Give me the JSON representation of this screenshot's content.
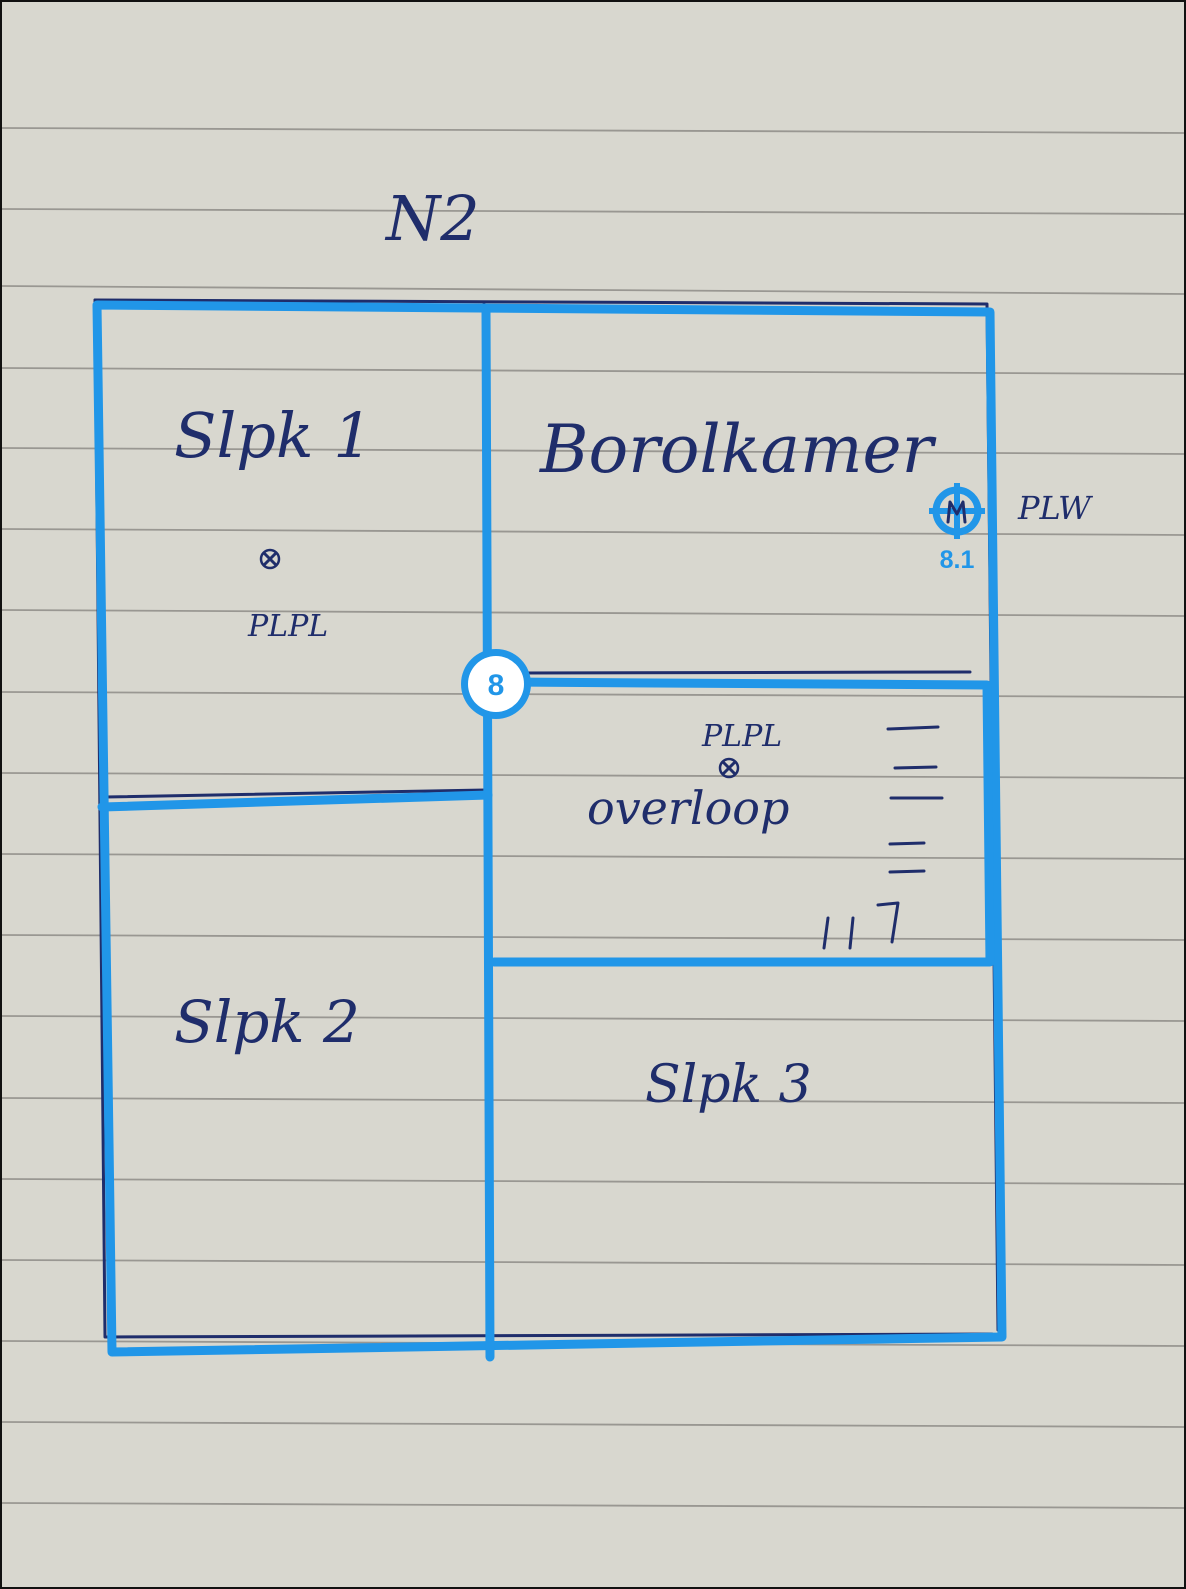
{
  "sheet": {
    "floor_label": "N2",
    "ink_color": "#1f2d6b",
    "overlay_color": "#2196e8",
    "paper_color": "#d8d7cf",
    "rooms": [
      {
        "id": "room-1",
        "label": "Slpk 1"
      },
      {
        "id": "room-2",
        "label": "Borolkamer"
      },
      {
        "id": "room-3",
        "label": "overloop"
      },
      {
        "id": "room-4",
        "label": "Slpk 2"
      },
      {
        "id": "room-5",
        "label": "Slpk 3"
      }
    ],
    "notes": [
      {
        "id": "note-plpl-1",
        "label": "PLPL"
      },
      {
        "id": "note-plw",
        "label": "PLW"
      },
      {
        "id": "note-plpl-2",
        "label": "PLPL"
      }
    ],
    "markers": [
      {
        "id": "marker-main",
        "label": "8",
        "icon": "numbered-circle-icon"
      },
      {
        "id": "marker-sub",
        "label": "8.1",
        "icon": "crosshair-target-icon"
      }
    ],
    "stairs_icon": "stairs-icon"
  }
}
